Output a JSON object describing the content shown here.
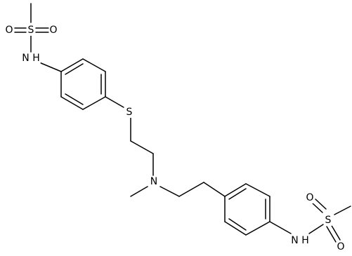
{
  "molecule": {
    "atoms": {
      "o1": "O",
      "s1": "S",
      "o2": "O",
      "nh1": "N H",
      "s_thio": "S",
      "n_amine": "N",
      "nh2": "N H",
      "s2": "S",
      "o3": "O",
      "o4": "O"
    }
  },
  "colors": {
    "bond": "#000000",
    "label": "#000000",
    "background": "#ffffff"
  }
}
